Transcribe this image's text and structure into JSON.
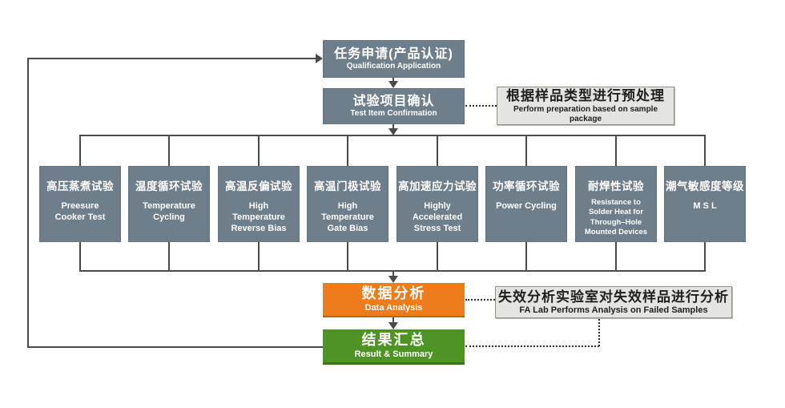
{
  "colors": {
    "slate": "#6e7e8a",
    "orange": "#ee7c1b",
    "green": "#4e9424",
    "note_bg": "#e4e4e0",
    "line": "#4a4a4a"
  },
  "flow": {
    "qualification": {
      "zh": "任务申请(产品认证)",
      "en": "Qualification Application"
    },
    "test_item": {
      "zh": "试验项目确认",
      "en": "Test Item Confirmation"
    },
    "prep_note": {
      "zh": "根据样品类型进行预处理",
      "en": "Perform preparation based on sample package"
    },
    "tests": [
      {
        "zh": "高压蒸煮试验",
        "en": "Preesure\nCooker Test"
      },
      {
        "zh": "温度循环试验",
        "en": "Temperature\nCycling"
      },
      {
        "zh": "高温反偏试验",
        "en": "High\nTemperature\nReverse Bias"
      },
      {
        "zh": "高温门极试验",
        "en": "High\nTemperature\nGate Bias"
      },
      {
        "zh": "高加速应力试验",
        "en": "Highly\nAccelerated\nStress Test"
      },
      {
        "zh": "功率循环试验",
        "en": "Power Cycling"
      },
      {
        "zh": "耐焊性试验",
        "en": "Resistance to\nSolder Heat for\nThrough–Hole\nMounted Devices"
      },
      {
        "zh": "潮气敏感度等级",
        "en": "M S L"
      }
    ],
    "data_analysis": {
      "zh": "数据分析",
      "en": "Data Analysis"
    },
    "fa_note": {
      "zh": "失效分析实验室对失效样品进行分析",
      "en": "FA Lab Performs Analysis on Failed Samples"
    },
    "result_summary": {
      "zh": "结果汇总",
      "en": "Result & Summary"
    }
  }
}
